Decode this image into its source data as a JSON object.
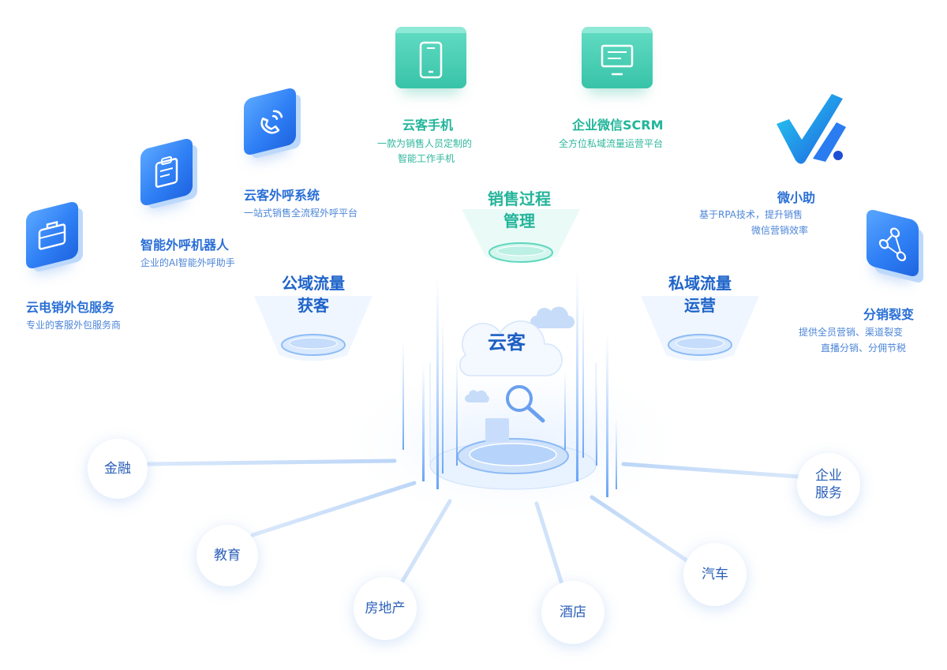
{
  "center": {
    "label": "云客"
  },
  "hubs": {
    "public": {
      "line1": "公域流量",
      "line2": "获客"
    },
    "private": {
      "line1": "私域流量",
      "line2": "运营"
    },
    "sales": {
      "line1": "销售过程",
      "line2": "管理"
    }
  },
  "features": {
    "outsourcing": {
      "title": "云电销外包服务",
      "desc": "专业的客服外包服务商",
      "icon": "briefcase-icon"
    },
    "robot": {
      "title": "智能外呼机器人",
      "desc": "企业的AI智能外呼助手",
      "icon": "clipboard-icon"
    },
    "callsystem": {
      "title": "云客外呼系统",
      "desc": "一站式销售全流程外呼平台",
      "icon": "phone-call-icon"
    },
    "mobile": {
      "title": "云客手机",
      "desc1": "一款为销售人员定制的",
      "desc2": "智能工作手机",
      "icon": "mobile-phone-icon"
    },
    "scrm": {
      "title": "企业微信SCRM",
      "desc": "全方位私域流量运营平台",
      "icon": "monitor-icon"
    },
    "assistant": {
      "title": "微小助",
      "desc1": "基于RPA技术，提升销售",
      "desc2": "微信营销效率",
      "icon": "check-logo-icon"
    },
    "fission": {
      "title": "分销裂变",
      "desc1": "提供全员营销、渠道裂变",
      "desc2": "直播分销、分佣节税",
      "icon": "share-network-icon"
    }
  },
  "industries": {
    "finance": "金融",
    "education": "教育",
    "realestate": "房地产",
    "hotel": "酒店",
    "auto": "汽车",
    "enterprise1": "企业",
    "enterprise2": "服务"
  },
  "colors": {
    "primary": "#2a6fd6",
    "teal": "#22b59a",
    "light_blue": "#bcd9fb"
  }
}
